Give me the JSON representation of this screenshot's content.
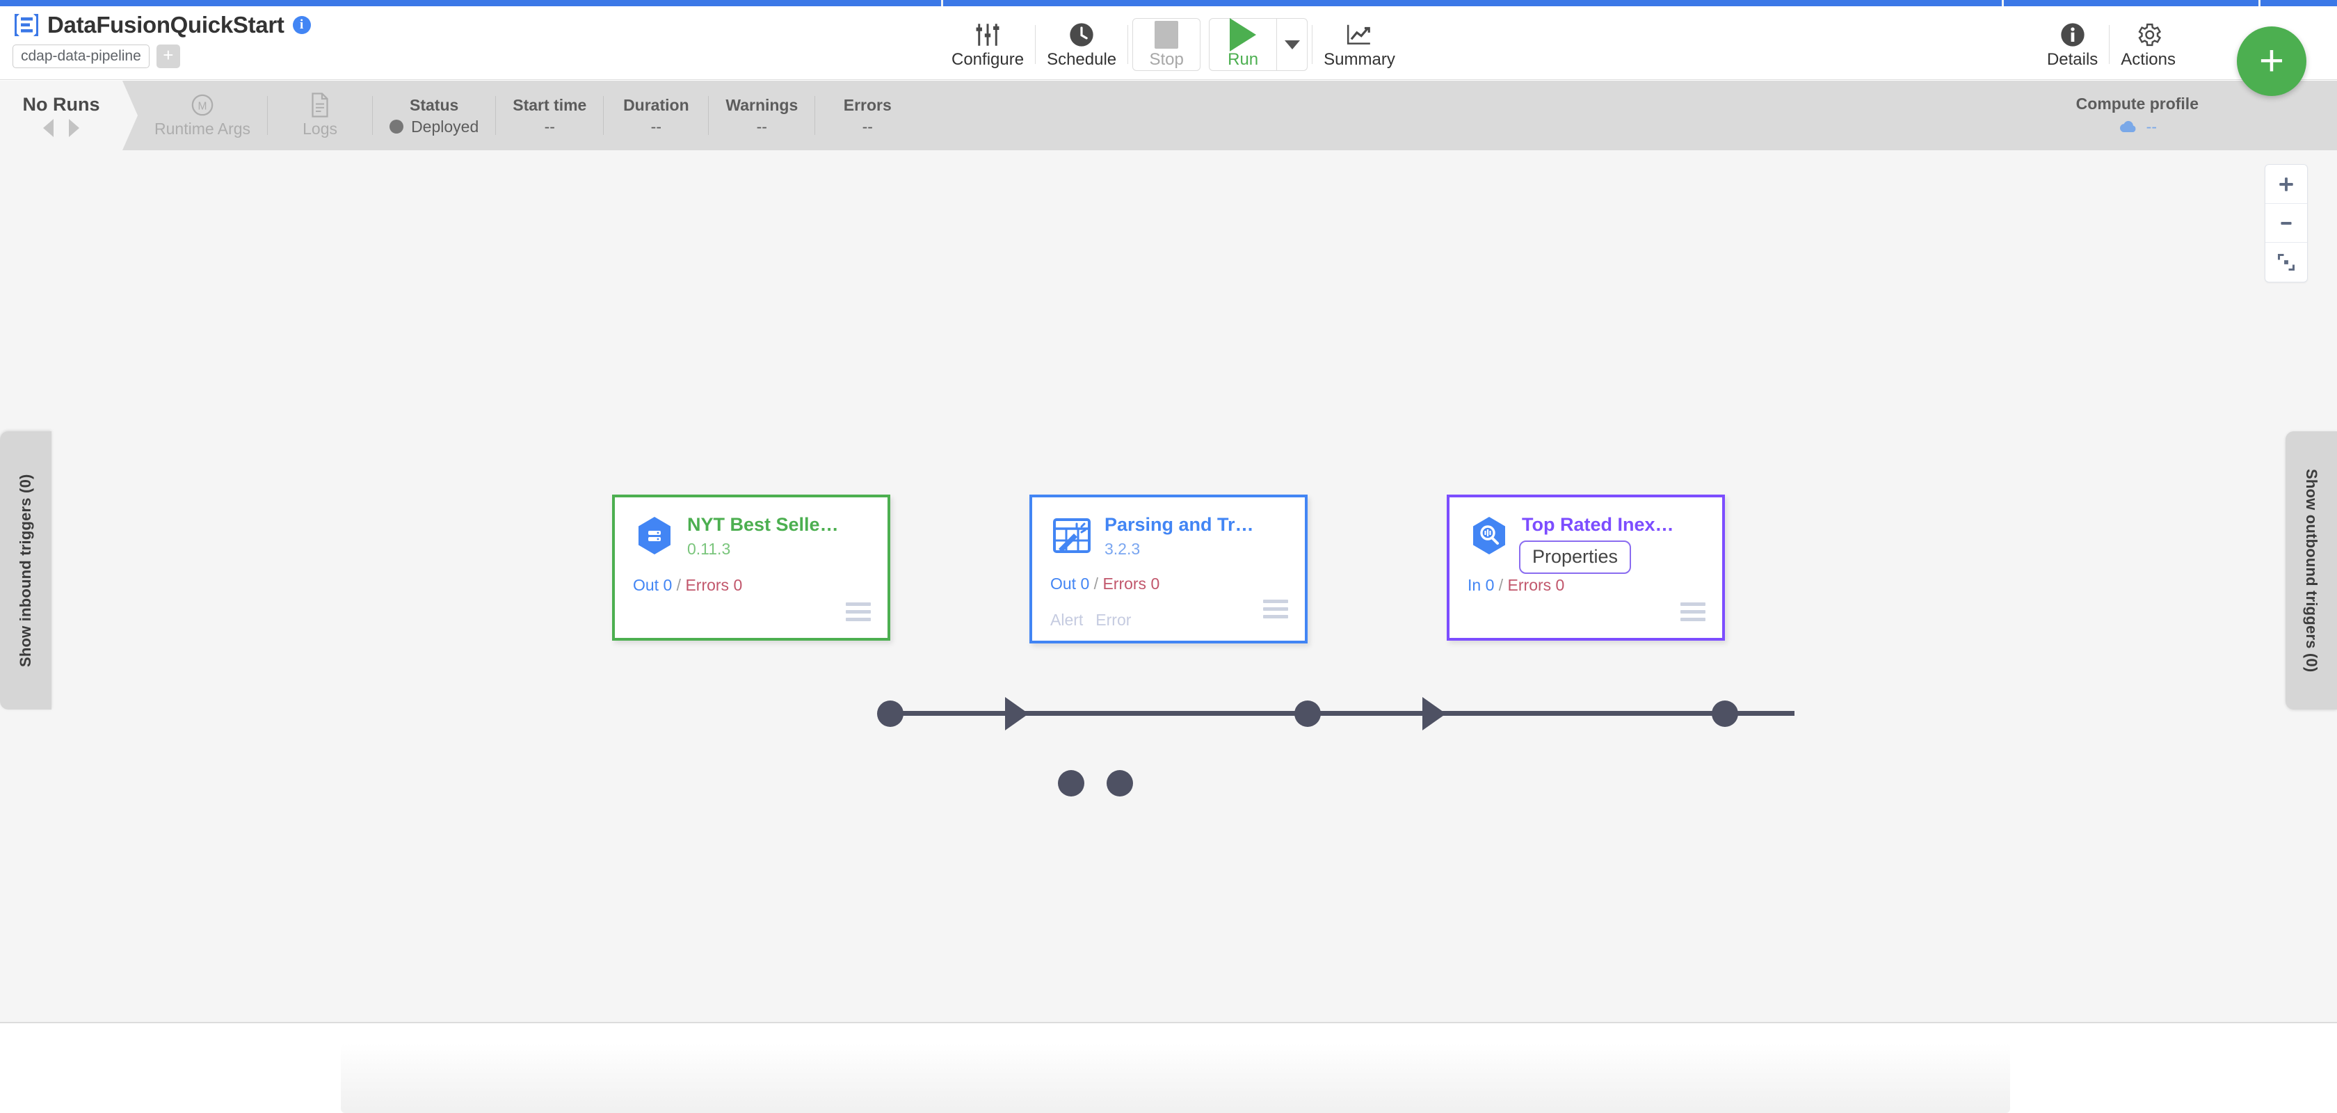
{
  "app": {
    "pipeline_title": "DataFusionQuickStart",
    "artifact_badge": "cdap-data-pipeline",
    "add_badge": "+",
    "info_icon": "info-icon",
    "logo_icon": "cdap-logo-icon"
  },
  "toolbar": {
    "configure": "Configure",
    "schedule": "Schedule",
    "stop": "Stop",
    "run": "Run",
    "run_dropdown": "run-dropdown-caret",
    "summary": "Summary",
    "details": "Details",
    "actions": "Actions",
    "fab": "+"
  },
  "runbar": {
    "no_runs": "No Runs",
    "prev_arrow": "previous-run-arrow",
    "next_arrow": "next-run-arrow",
    "items": [
      {
        "label": "Runtime Args",
        "value": "",
        "icon": "macro-m-icon",
        "greyed": true
      },
      {
        "label": "Logs",
        "value": "",
        "icon": "document-icon",
        "greyed": true
      },
      {
        "label": "Status",
        "value": "Deployed",
        "icon": "status-dot",
        "greyed": false
      },
      {
        "label": "Start time",
        "value": "--",
        "icon": "",
        "greyed": false
      },
      {
        "label": "Duration",
        "value": "--",
        "icon": "",
        "greyed": false
      },
      {
        "label": "Warnings",
        "value": "--",
        "icon": "",
        "greyed": false
      },
      {
        "label": "Errors",
        "value": "--",
        "icon": "",
        "greyed": false
      }
    ],
    "compute_profile_label": "Compute profile",
    "compute_profile_value": "--",
    "compute_profile_icon": "cloud-icon"
  },
  "canvas": {
    "inbound_triggers": "Show inbound triggers (0)",
    "outbound_triggers": "Show outbound triggers (0)",
    "zoom_in": "+",
    "zoom_out": "–",
    "fit_icon": "fit-to-screen-icon"
  },
  "nodes": [
    {
      "name": "NYT Best Selle…",
      "version": "0.11.3",
      "metrics_prefix": "Out 0",
      "metrics_sep": " / ",
      "metrics_errors": "Errors 0",
      "icon": "bigquery-source-icon",
      "accent": "#4caf50",
      "ports": []
    },
    {
      "name": "Parsing and Tr…",
      "version": "3.2.3",
      "metrics_prefix": "Out 0",
      "metrics_sep": " / ",
      "metrics_errors": "Errors 0",
      "icon": "wrangler-transform-icon",
      "accent": "#4285f4",
      "ports": [
        "Alert",
        "Error"
      ]
    },
    {
      "name": "Top Rated Inex…",
      "version": "",
      "metrics_prefix": "In 0",
      "metrics_sep": " / ",
      "metrics_errors": "Errors 0",
      "icon": "bigquery-sink-icon",
      "accent": "#7c4dff",
      "tooltip": "Properties",
      "ports": []
    }
  ],
  "colors": {
    "green": "#4caf50",
    "blue": "#4285f4",
    "purple": "#7c4dff",
    "error_red": "#c1566b",
    "node_port": "#4e5163",
    "canvas_bg": "#f5f5f5",
    "runbar_bg": "#dadada"
  }
}
